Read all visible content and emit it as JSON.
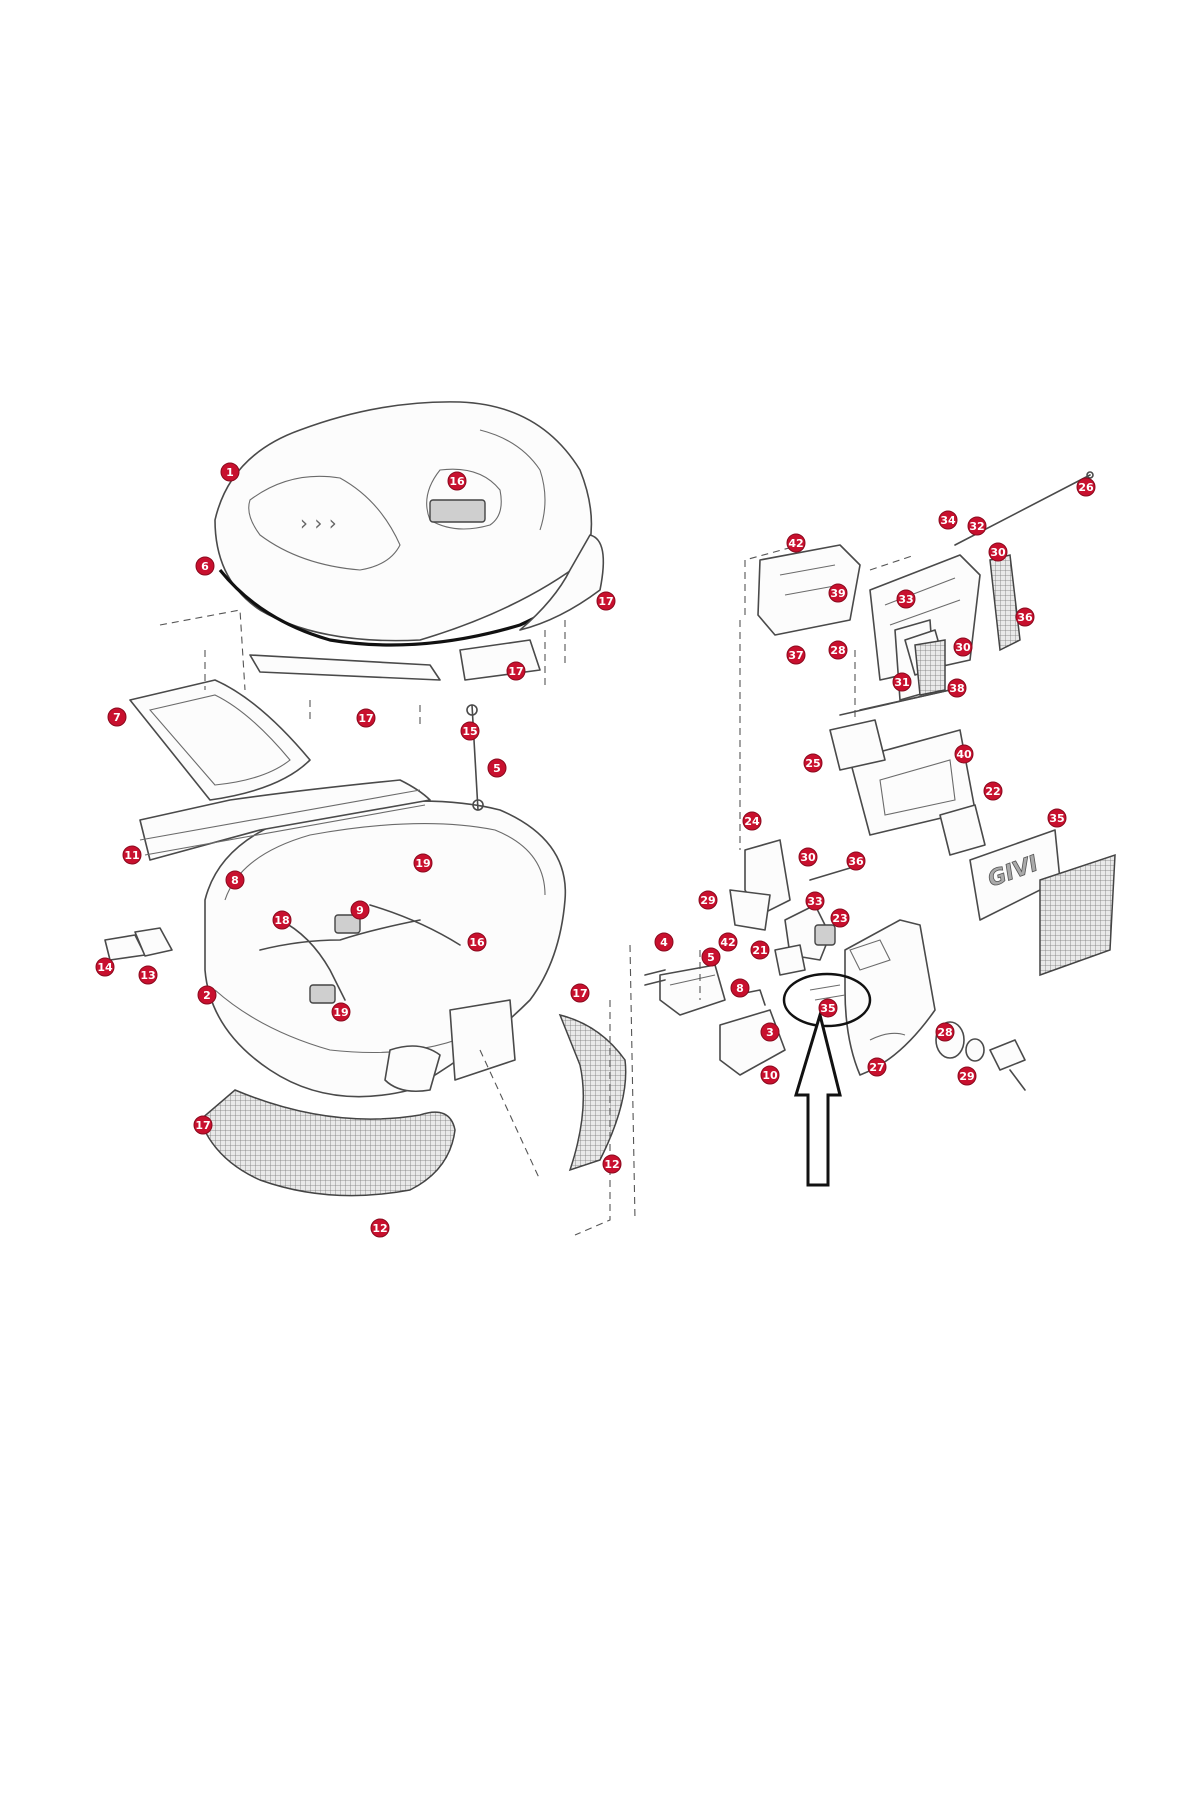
{
  "callouts": [
    {
      "id": "c-1",
      "label": "1"
    },
    {
      "id": "c-16",
      "label": "16"
    },
    {
      "id": "c-6-top",
      "label": "6"
    },
    {
      "id": "c-17-lid",
      "label": "17"
    },
    {
      "id": "c-17-a",
      "label": "17"
    },
    {
      "id": "c-17-b",
      "label": "17"
    },
    {
      "id": "c-7",
      "label": "7"
    },
    {
      "id": "c-15",
      "label": "15"
    },
    {
      "id": "c-5-strap",
      "label": "5"
    },
    {
      "id": "c-11",
      "label": "11"
    },
    {
      "id": "c-8-base",
      "label": "8"
    },
    {
      "id": "c-19-a",
      "label": "19"
    },
    {
      "id": "c-18",
      "label": "18"
    },
    {
      "id": "c-9",
      "label": "9"
    },
    {
      "id": "c-16-b",
      "label": "16"
    },
    {
      "id": "c-14",
      "label": "14"
    },
    {
      "id": "c-13",
      "label": "13"
    },
    {
      "id": "c-2",
      "label": "2"
    },
    {
      "id": "c-19-b",
      "label": "19"
    },
    {
      "id": "c-17-c",
      "label": "17"
    },
    {
      "id": "c-17-d",
      "label": "17"
    },
    {
      "id": "c-12-a",
      "label": "12"
    },
    {
      "id": "c-12-b",
      "label": "12"
    },
    {
      "id": "c-26",
      "label": "26"
    },
    {
      "id": "c-34",
      "label": "34"
    },
    {
      "id": "c-32",
      "label": "32"
    },
    {
      "id": "c-42",
      "label": "42"
    },
    {
      "id": "c-30-a",
      "label": "30"
    },
    {
      "id": "c-39",
      "label": "39"
    },
    {
      "id": "c-33-a",
      "label": "33"
    },
    {
      "id": "c-36",
      "label": "36"
    },
    {
      "id": "c-37",
      "label": "37"
    },
    {
      "id": "c-28-a",
      "label": "28"
    },
    {
      "id": "c-30-b",
      "label": "30"
    },
    {
      "id": "c-31",
      "label": "31"
    },
    {
      "id": "c-38",
      "label": "38"
    },
    {
      "id": "c-25",
      "label": "25"
    },
    {
      "id": "c-40",
      "label": "40"
    },
    {
      "id": "c-22",
      "label": "22"
    },
    {
      "id": "c-35",
      "label": "35"
    },
    {
      "id": "c-24",
      "label": "24"
    },
    {
      "id": "c-30-c",
      "label": "30"
    },
    {
      "id": "c-36-b",
      "label": "36"
    },
    {
      "id": "c-29-a",
      "label": "29"
    },
    {
      "id": "c-42-b",
      "label": "42"
    },
    {
      "id": "c-33-b",
      "label": "33"
    },
    {
      "id": "c-23",
      "label": "23"
    },
    {
      "id": "c-21",
      "label": "21"
    },
    {
      "id": "c-4",
      "label": "4"
    },
    {
      "id": "c-5-lock",
      "label": "5"
    },
    {
      "id": "c-8-lock",
      "label": "8"
    },
    {
      "id": "c-35-circled",
      "label": "35"
    },
    {
      "id": "c-3",
      "label": "3"
    },
    {
      "id": "c-10",
      "label": "10"
    },
    {
      "id": "c-27",
      "label": "27"
    },
    {
      "id": "c-28-b",
      "label": "28"
    },
    {
      "id": "c-29-b",
      "label": "29"
    }
  ],
  "logo_text": "GIVI"
}
